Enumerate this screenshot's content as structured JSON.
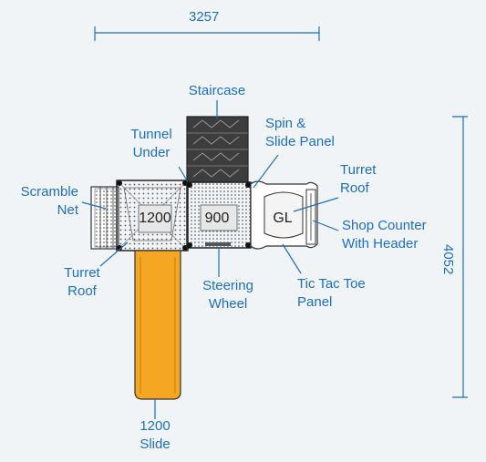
{
  "dimensions": {
    "width": "3257",
    "depth": "4052"
  },
  "platforms": {
    "left": "1200",
    "middle": "900",
    "right": "GL"
  },
  "labels": {
    "staircase": "Staircase",
    "tunnel_under": [
      "Tunnel",
      "Under"
    ],
    "spin_slide": [
      "Spin &",
      "Slide Panel"
    ],
    "scramble_net": [
      "Scramble",
      "Net"
    ],
    "turret_roof_right": [
      "Turret",
      "Roof"
    ],
    "shop_counter": [
      "Shop Counter",
      "With Header"
    ],
    "turret_roof_left": [
      "Turret",
      "Roof"
    ],
    "steering_wheel": [
      "Steering",
      "Wheel"
    ],
    "tic_tac_toe": [
      "Tic Tac Toe",
      "Panel"
    ],
    "slide": [
      "1200",
      "Slide"
    ]
  },
  "colors": {
    "label_blue": "#1e6fb7",
    "background": "#f1f4f7",
    "slide_orange": "#f5a623",
    "staircase_dark": "#3a3a3a"
  }
}
